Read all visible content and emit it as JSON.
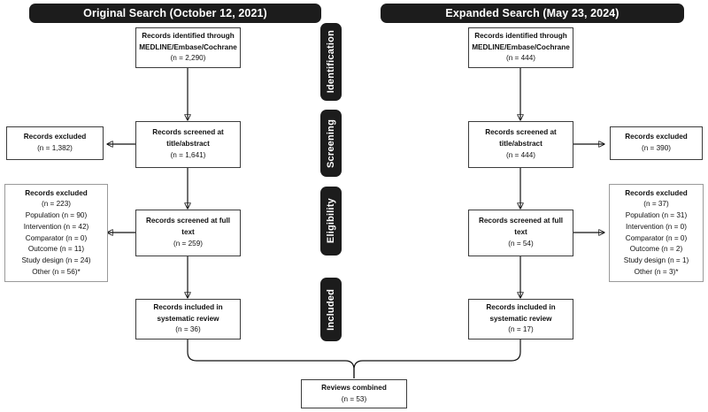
{
  "diagram": {
    "title": "PRISMA flow diagram",
    "accent_dark": "#1c1c1c",
    "box_border": "#3c3c3c",
    "box_border_light": "#9a9a9a"
  },
  "headers": [
    {
      "name": "original-search",
      "label": "Original Search (October 12, 2021)"
    },
    {
      "name": "expanded-search",
      "label": "Expanded Search (May 23, 2024)"
    }
  ],
  "phases": [
    {
      "name": "identification",
      "label": "Identification"
    },
    {
      "name": "screening",
      "label": "Screening"
    },
    {
      "name": "eligibility",
      "label": "Eligibility"
    },
    {
      "name": "included",
      "label": "Included"
    }
  ],
  "left": {
    "identified": {
      "lines": [
        "Records identified through",
        "MEDLINE/Embase/Cochrane",
        "(n = 2,290)"
      ]
    },
    "screened_title": {
      "lines": [
        "Records screened at",
        "title/abstract",
        "(n = 1,641)"
      ]
    },
    "excluded_title": {
      "lines": [
        "Records excluded",
        "(n = 1,382)"
      ]
    },
    "screened_full": {
      "lines": [
        "Records screened at full",
        "text",
        "(n = 259)"
      ]
    },
    "excluded_full": {
      "lines": [
        "Records excluded",
        "(n = 223)",
        "Population (n = 90)",
        "Intervention (n = 42)",
        "Comparator (n = 0)",
        "Outcome (n = 11)",
        "Study design  (n = 24)",
        "Other (n = 56)*"
      ]
    },
    "included": {
      "lines": [
        "Records included in",
        "systematic review",
        "(n = 36)"
      ]
    }
  },
  "right": {
    "identified": {
      "lines": [
        "Records identified through",
        "MEDLINE/Embase/Cochrane",
        "(n = 444)"
      ]
    },
    "screened_title": {
      "lines": [
        "Records screened at",
        "title/abstract",
        "(n = 444)"
      ]
    },
    "excluded_title": {
      "lines": [
        "Records excluded",
        "(n = 390)"
      ]
    },
    "screened_full": {
      "lines": [
        "Records screened at full",
        "text",
        "(n = 54)"
      ]
    },
    "excluded_full": {
      "lines": [
        "Records excluded",
        "(n = 37)",
        "Population (n = 31)",
        "Intervention (n = 0)",
        "Comparator (n = 0)",
        "Outcome (n = 2)",
        "Study design (n = 1)",
        "Other (n = 3)*"
      ]
    },
    "included": {
      "lines": [
        "Records included in",
        "systematic review",
        "(n = 17)"
      ]
    }
  },
  "combined": {
    "lines": [
      "Reviews combined",
      "(n = 53)"
    ]
  }
}
